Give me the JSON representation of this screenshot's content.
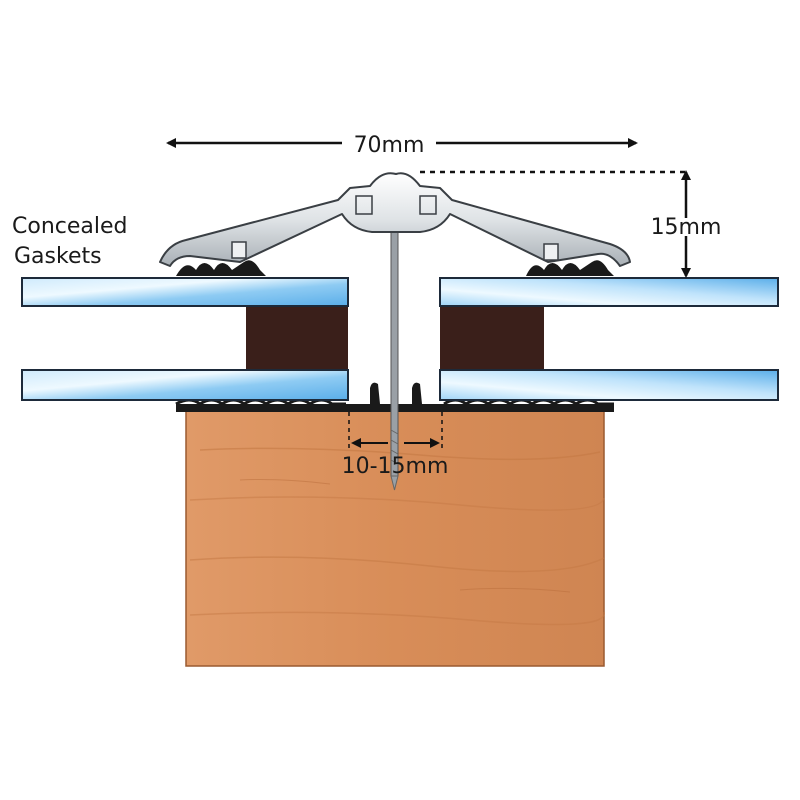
{
  "labels": {
    "width": "70mm",
    "height": "15mm",
    "gap": "10-15mm",
    "gaskets_line1": "Concealed",
    "gaskets_line2": "Gaskets"
  },
  "colors": {
    "glass_light": "#e8f6ff",
    "glass_mid": "#9fd4f7",
    "glass_dark": "#5fb0ea",
    "timber": "#d6905e",
    "timber_dark": "#b8703f",
    "spacer": "#3a1f1a",
    "aluminium": "#d9dde0",
    "gasket": "#1a1a1a"
  }
}
